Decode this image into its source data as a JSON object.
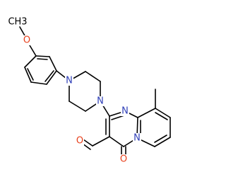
{
  "structure": {
    "name": "",
    "colors": {
      "bond": "#000000",
      "carbon_label": "#000000",
      "nitrogen": "#2f3fb8",
      "oxygen": "#e8401c"
    },
    "labels": {
      "methoxy_o": "O",
      "piperazine_n_top": "N",
      "piperazine_n_bottom": "N",
      "pyrimidine_n": "N",
      "bridgehead_n": "N",
      "methyl": "CH3",
      "aldehyde_o": "O",
      "carbonyl_o": "O"
    }
  }
}
